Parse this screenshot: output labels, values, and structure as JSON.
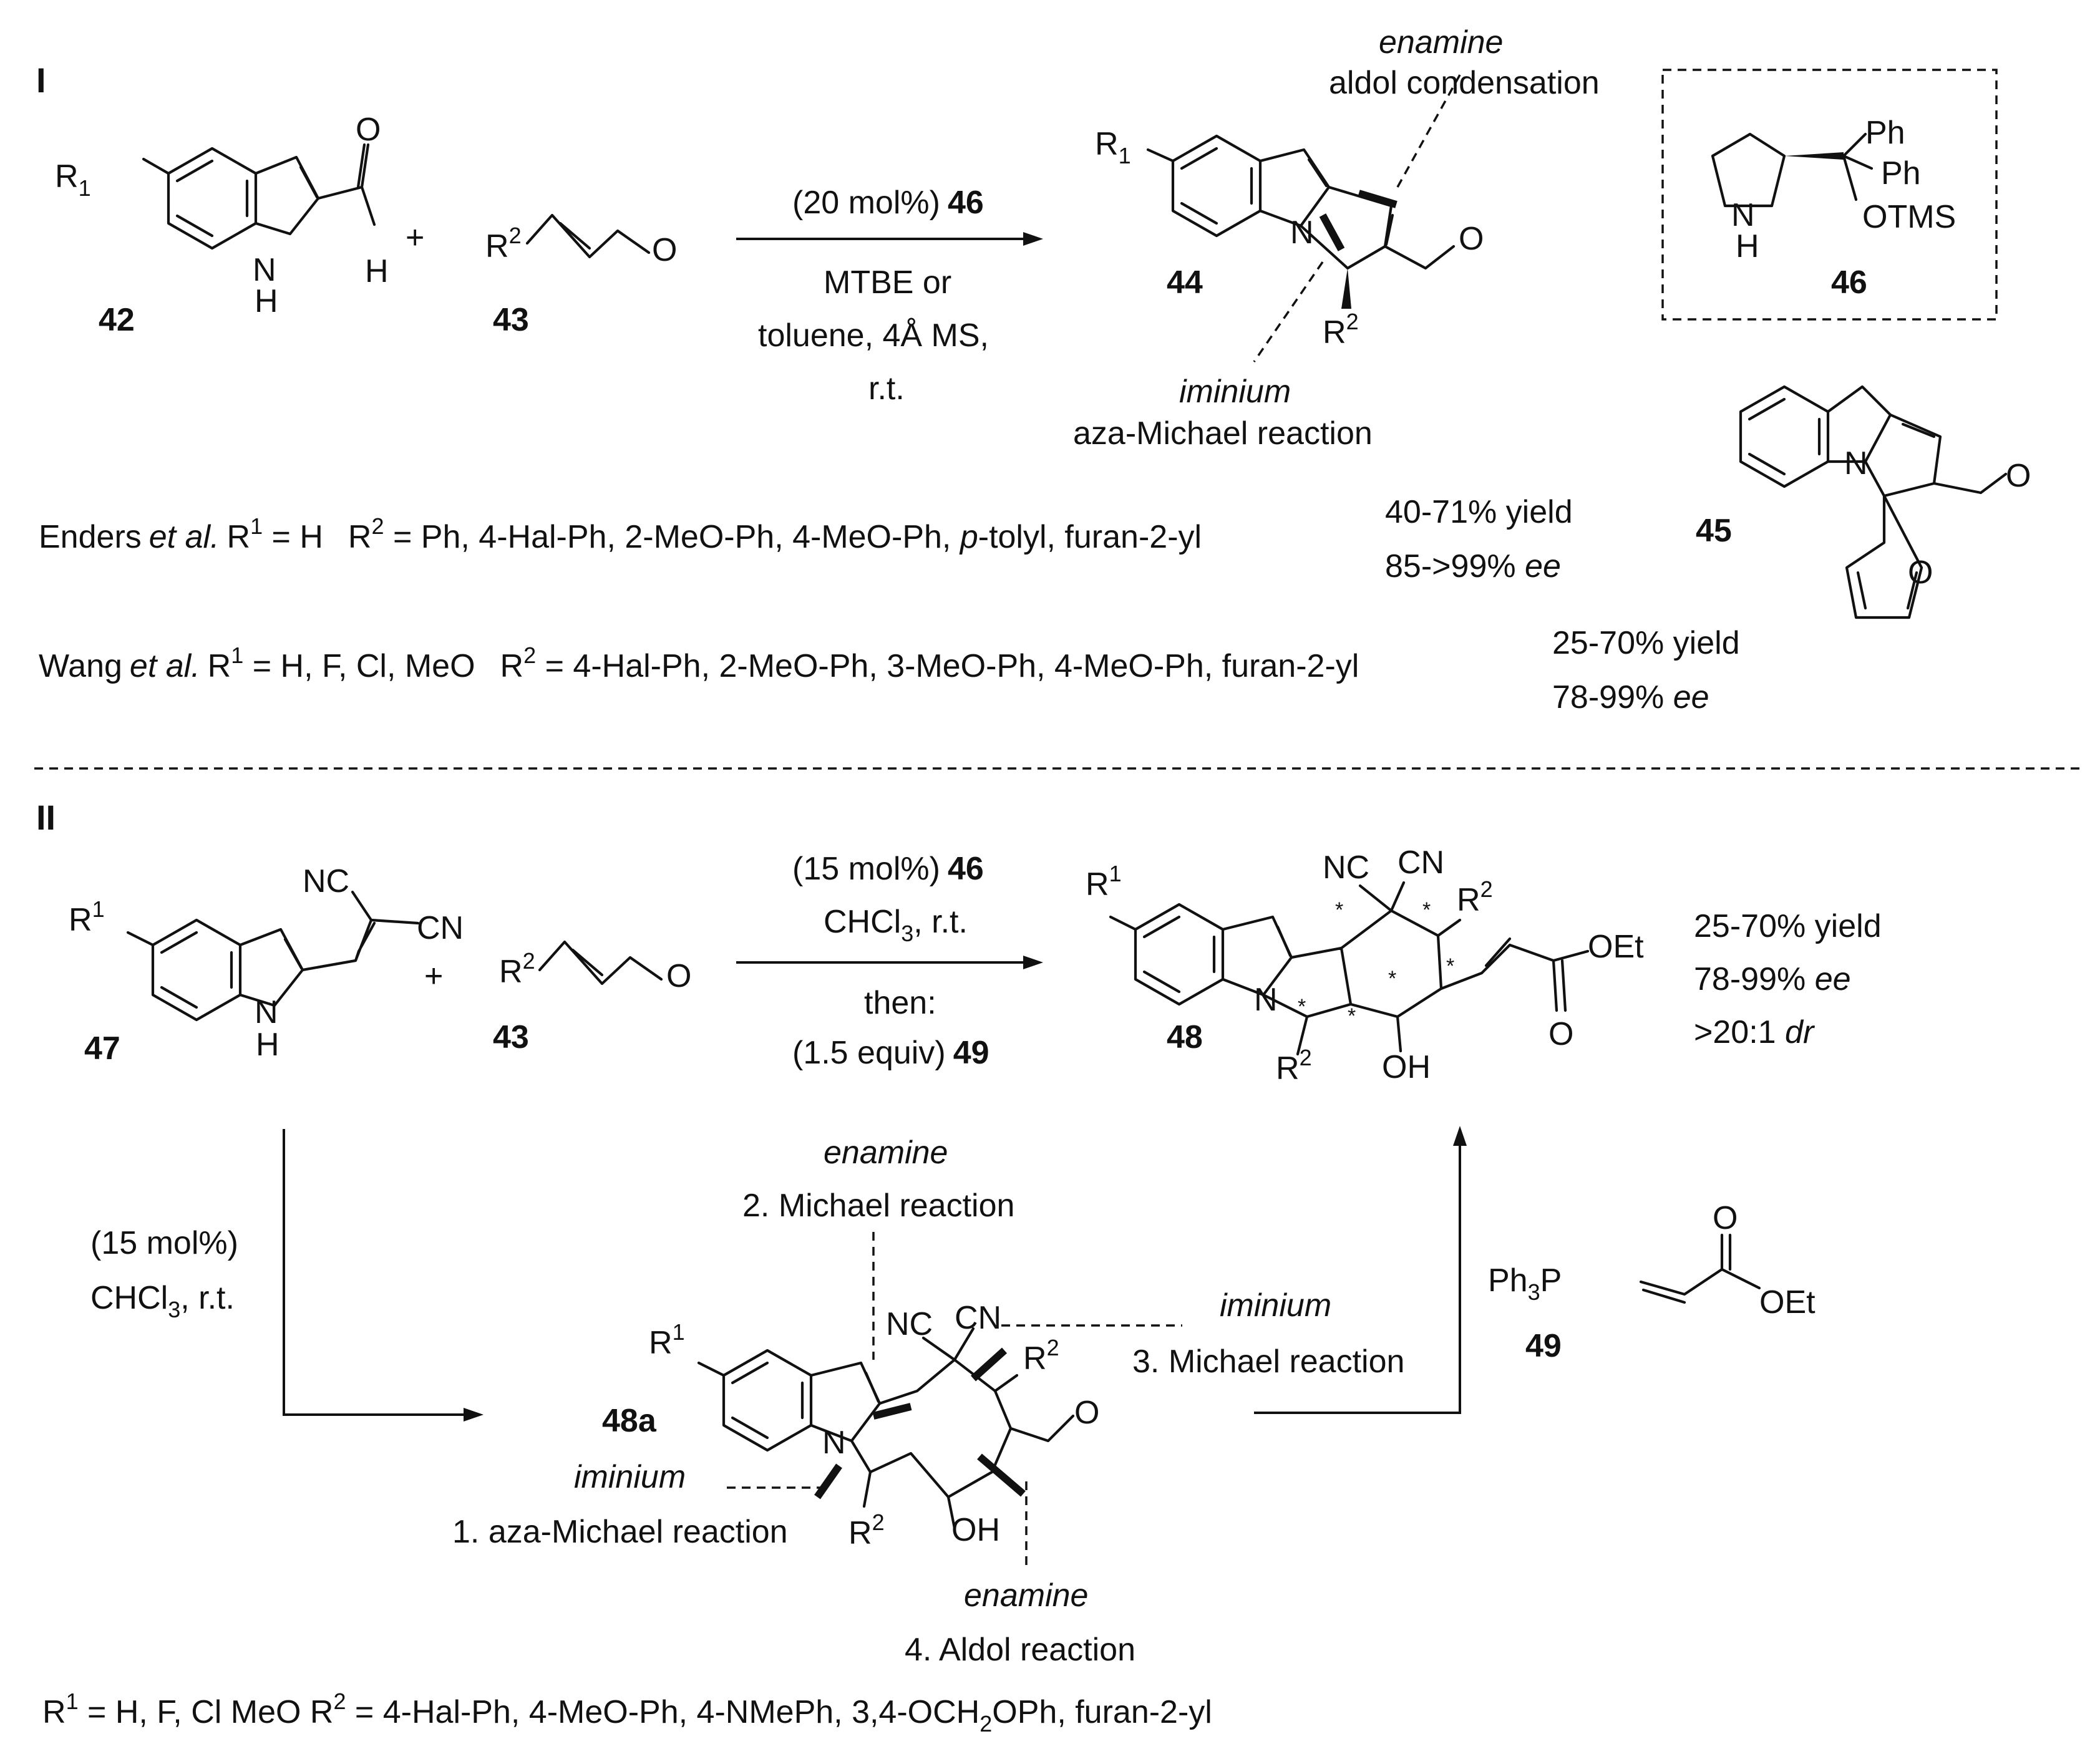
{
  "sections": {
    "I": "I",
    "II": "II"
  },
  "compounds": {
    "c42": "42",
    "c43": "43",
    "c44": "44",
    "c45": "45",
    "c46": "46",
    "c47": "47",
    "c48": "48",
    "c48a": "48a",
    "c49": "49"
  },
  "atoms": {
    "R": "R",
    "sub1": "1",
    "sup1": "1",
    "sup2": "2",
    "O": "O",
    "H": "H",
    "N": "N",
    "NH": "N",
    "Ph": "Ph",
    "OTMS": "OTMS",
    "NC": "NC",
    "CN": "CN",
    "OEt": "OEt",
    "OH": "OH",
    "Ph3P": "Ph",
    "sub3": "3",
    "P": "P",
    "star": "*",
    "plus": "+"
  },
  "reaction_I": {
    "catalyst": "(20 mol%)",
    "catalyst_id": "46",
    "solvent_line1": "MTBE or",
    "solvent_line2": "toluene, 4Å MS,",
    "temp": "r.t.",
    "annot_top_mode": "enamine",
    "annot_top_reaction": "aldol condensation",
    "annot_bottom_mode": "iminium",
    "annot_bottom_reaction": "aza-Michael reaction"
  },
  "results_I": {
    "enders_author": "Enders",
    "etal": "et al.",
    "enders_r1": "R",
    "enders_r1_val": " = H",
    "enders_r2_val": " = Ph,  4-Hal-Ph, 2-MeO-Ph, 4-MeO-Ph,  ",
    "enders_ptolyl_p": "p",
    "enders_ptolyl_rest": "-tolyl, furan-2-yl",
    "enders_yield": "40-71% yield",
    "enders_ee_val": "85->99% ",
    "ee": "ee",
    "wang_author": "Wang",
    "wang_r1_val": " = H, F, Cl,  MeO",
    "wang_r2_val": " =  4-Hal-Ph, 2-MeO-Ph, 3-MeO-Ph, 4-MeO-Ph, furan-2-yl",
    "wang_yield": "25-70% yield",
    "wang_ee_val": "78-99% "
  },
  "reaction_II": {
    "catalyst": "(15 mol%)",
    "catalyst_id": "46",
    "solvent": "CHCl",
    "solvent_sub": "3",
    "solvent_tail": ", r.t.",
    "then": "then:",
    "reagent": "(1.5 equiv)",
    "reagent_id": "49",
    "yield": "25-70% yield",
    "ee_val": "78-99% ",
    "dr_val": ">20:1 ",
    "dr": "dr",
    "side_catalyst": "(15 mol%)",
    "step2_mode": "enamine",
    "step2": "2. Michael reaction",
    "step3_mode": "iminium",
    "step3": "3. Michael reaction",
    "step1_mode": "iminium",
    "step1": "1. aza-Michael reaction",
    "step4_mode": "enamine",
    "step4": "4. Aldol reaction"
  },
  "footer": {
    "r1": "R",
    "r1_val": " = H, F, Cl   MeO  R",
    "r2_val": " = 4-Hal-Ph, 4-MeO-Ph, 4-NMePh, 3,4-OCH",
    "och_sub": "2",
    "tail": "OPh, furan-2-yl"
  }
}
